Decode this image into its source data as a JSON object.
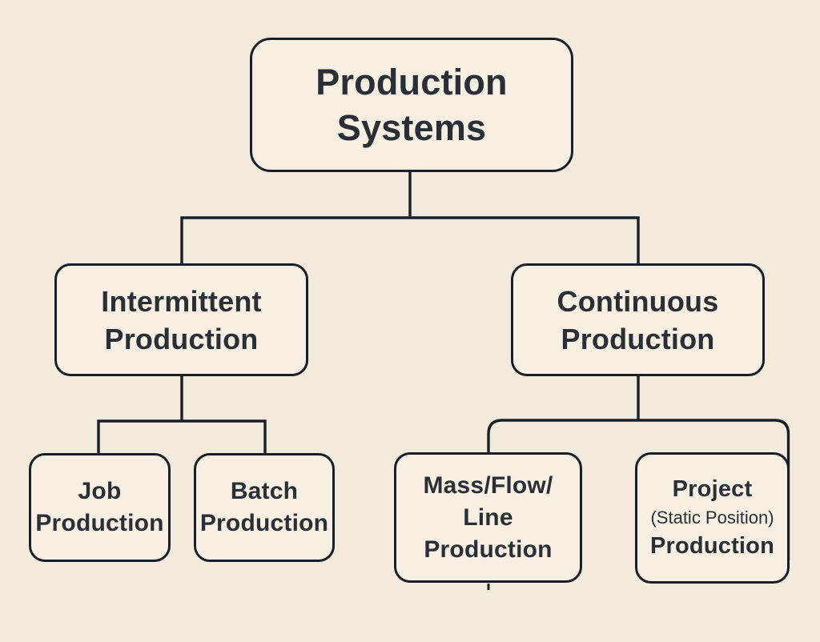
{
  "diagram": {
    "type": "tree",
    "colors": {
      "background": "#f2ebdc",
      "node_fill": "#f6efe2",
      "line": "#1a1e28",
      "text": "#2a2e37"
    },
    "nodes": {
      "root": {
        "line1": "Production",
        "line2": "Systems"
      },
      "intermittent": {
        "line1": "Intermittent",
        "line2": "Production"
      },
      "continuous": {
        "line1": "Continuous",
        "line2": "Production"
      },
      "job": {
        "line1": "Job",
        "line2": "Production"
      },
      "batch": {
        "line1": "Batch",
        "line2": "Production"
      },
      "mass": {
        "line1": "Mass/Flow/",
        "line2": "Line",
        "line3": "Production"
      },
      "project": {
        "line1": "Project",
        "line2": "(Static Position)",
        "line3": "Production"
      }
    },
    "hierarchy": {
      "Production Systems": {
        "Intermittent Production": [
          "Job Production",
          "Batch Production"
        ],
        "Continuous Production": [
          "Mass/Flow/Line Production",
          "Project (Static Position) Production"
        ]
      }
    }
  }
}
